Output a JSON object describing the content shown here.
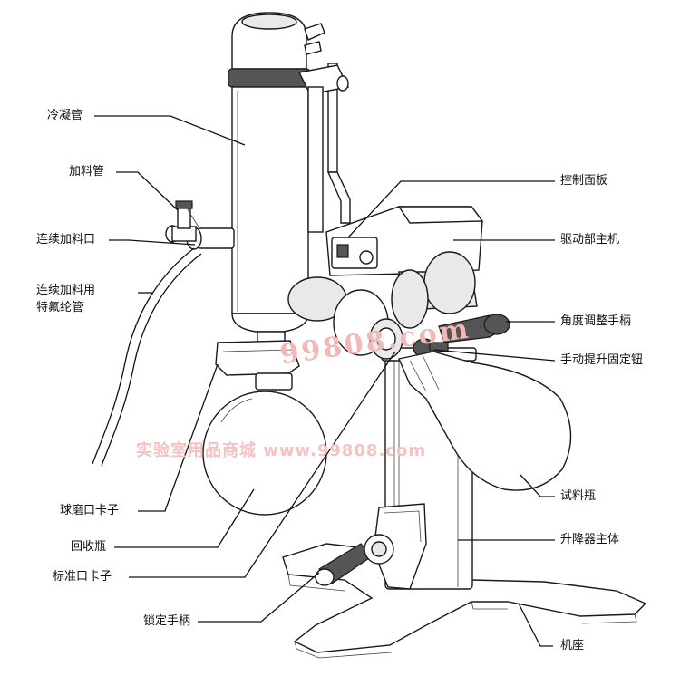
{
  "labels": {
    "condenser": "冷凝管",
    "feed_tube": "加料管",
    "continuous_feed_port": "连续加料口",
    "continuous_feed_tube_line1": "连续加料用",
    "continuous_feed_tube_line2": "特氟纶管",
    "ball_clamp": "球磨口卡子",
    "receiving_flask": "回收瓶",
    "standard_clamp": "标准口卡子",
    "lock_handle": "锁定手柄",
    "control_panel": "控制面板",
    "drive_unit": "驱动部主机",
    "angle_handle": "角度调整手柄",
    "lift_lock_knob": "手动提升固定钮",
    "sample_flask": "试料瓶",
    "lift_body": "升降器主体",
    "base": "机座"
  },
  "watermark": {
    "logo": "99808.com",
    "banner": "实验室用品商城 www.99808.com"
  },
  "colors": {
    "line": "#111111",
    "watermark": "#f2b8b8"
  }
}
